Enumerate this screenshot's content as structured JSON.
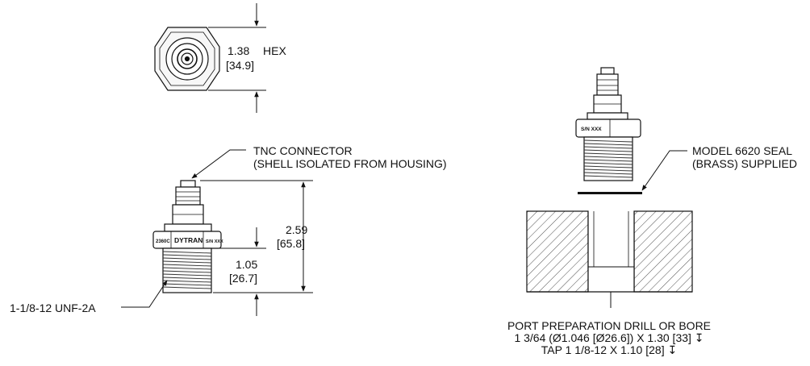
{
  "top_view": {
    "hex_dim": "1.38",
    "hex_label": "HEX",
    "hex_dim_mm": "[34.9]"
  },
  "side_view": {
    "connector_line1": "TNC CONNECTOR",
    "connector_line2": "(SHELL ISOLATED FROM HOUSING)",
    "height_in": "2.59",
    "height_mm": "[65.8]",
    "thread_len_in": "1.05",
    "thread_len_mm": "[26.7]",
    "thread_spec": "1-1/8-12 UNF-2A",
    "hex_mark_left": "2360C",
    "hex_mark_brand": "DYTRAN",
    "hex_mark_serial": "S/N XXX"
  },
  "install_view": {
    "serial_mark": "S/N XXX",
    "seal_line1": "MODEL 6620 SEAL",
    "seal_line2": "(BRASS) SUPPLIED",
    "port_line1": "PORT PREPARATION DRILL OR BORE",
    "port_line2": "1 3/64 (Ø1.046 [Ø26.6]) X 1.30 [33] ↧",
    "port_line3": "TAP 1 1/8-12 X 1.10 [28] ↧"
  }
}
